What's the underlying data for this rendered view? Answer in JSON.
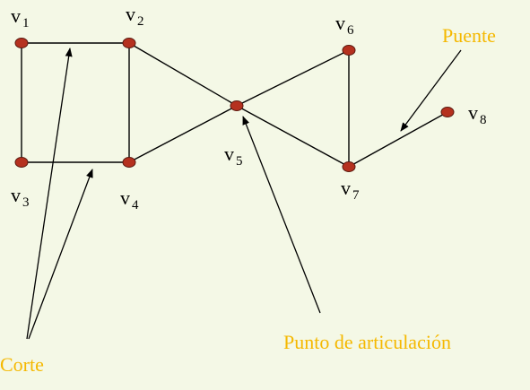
{
  "colors": {
    "background": "#f4f8e6",
    "edge": "#000000",
    "vertex_fill": "#b5311f",
    "vertex_stroke": "#5a1a10",
    "annotation": "#f5b800"
  },
  "vertices": [
    {
      "id": "v1",
      "base": "v",
      "sub": "1"
    },
    {
      "id": "v2",
      "base": "v",
      "sub": "2"
    },
    {
      "id": "v3",
      "base": "v",
      "sub": "3"
    },
    {
      "id": "v4",
      "base": "v",
      "sub": "4"
    },
    {
      "id": "v5",
      "base": "v",
      "sub": "5"
    },
    {
      "id": "v6",
      "base": "v",
      "sub": "6"
    },
    {
      "id": "v7",
      "base": "v",
      "sub": "7"
    },
    {
      "id": "v8",
      "base": "v",
      "sub": "8"
    }
  ],
  "edges": [
    [
      "v1",
      "v2"
    ],
    [
      "v1",
      "v3"
    ],
    [
      "v2",
      "v4"
    ],
    [
      "v3",
      "v4"
    ],
    [
      "v2",
      "v5"
    ],
    [
      "v4",
      "v5"
    ],
    [
      "v5",
      "v6"
    ],
    [
      "v5",
      "v7"
    ],
    [
      "v6",
      "v7"
    ],
    [
      "v7",
      "v8"
    ]
  ],
  "annotations": {
    "bridge": "Puente",
    "articulation_point": "Punto de articulación",
    "cut": "Corte"
  }
}
